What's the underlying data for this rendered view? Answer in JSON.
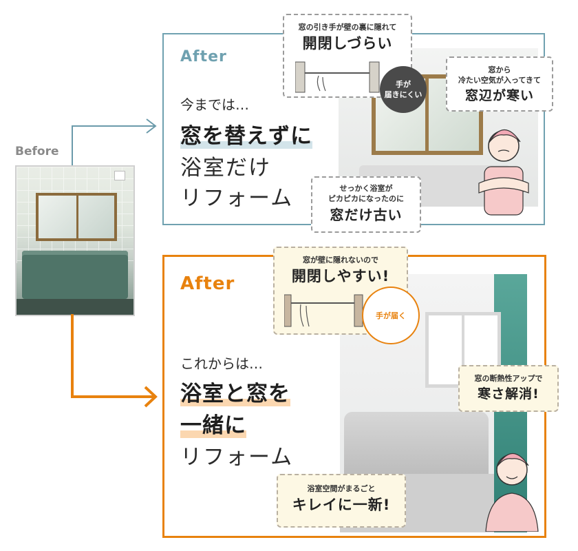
{
  "before": {
    "label": "Before"
  },
  "panel_current": {
    "after_label": "After",
    "lead": "今までは…",
    "headline_line1": "窓を替えずに",
    "headline_line2": "浴室だけ",
    "headline_line3": "リフォーム",
    "callout_top": {
      "small": "窓の引き手が壁の裏に隠れて",
      "head": "開閉しづらい",
      "bubble": "手が\n届きにくい"
    },
    "callout_right": {
      "small_line1": "窓から",
      "small_line2": "冷たい空気が入ってきて",
      "head": "窓辺が寒い"
    },
    "callout_bottom": {
      "small_line1": "せっかく浴室が",
      "small_line2": "ピカピカになったのに",
      "head": "窓だけ古い"
    }
  },
  "panel_new": {
    "after_label": "After",
    "lead": "これからは…",
    "headline_line1": "浴室と窓を",
    "headline_line2": "一緒に",
    "headline_line3": "リフォーム",
    "callout_top": {
      "small": "窓が壁に隠れないので",
      "head": "開閉しやすい!",
      "bubble": "手が届く"
    },
    "callout_right": {
      "small": "窓の断熱性アップで",
      "head": "寒さ解消!"
    },
    "callout_bottom": {
      "small": "浴室空間がまるごと",
      "head": "キレイに一新!"
    }
  },
  "colors": {
    "blue": "#6fa1b0",
    "orange": "#e8820e",
    "gray_text": "#8a8a8a",
    "callout_warm": "#fdf8e4"
  }
}
